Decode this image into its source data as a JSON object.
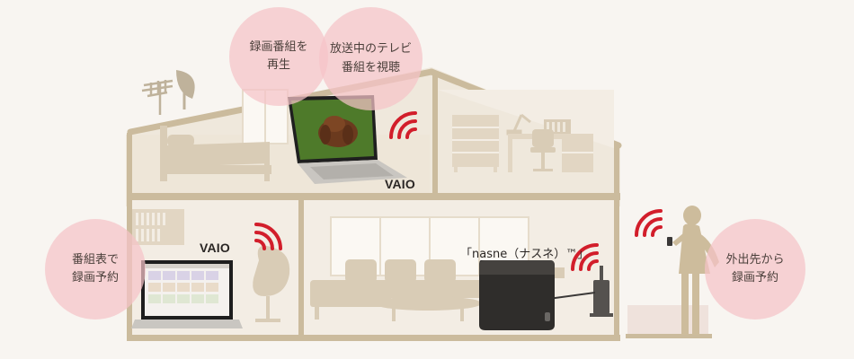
{
  "bubbles": {
    "play_recorded": {
      "line1": "録画番組を",
      "line2": "再生"
    },
    "watch_broadcast": {
      "line1": "放送中のテレビ",
      "line2": "番組を視聴"
    },
    "program_guide": {
      "line1": "番組表で",
      "line2": "録画予約"
    },
    "remote_reserve": {
      "line1": "外出先から",
      "line2": "録画予約"
    }
  },
  "devices": {
    "vaio_upper": "VAIO",
    "vaio_lower": "VAIO",
    "nasne": "「nasne（ナスネ）™」"
  },
  "colors": {
    "background": "#f8f5f1",
    "house_frame": "#cbbb9d",
    "furniture": "#d9ccb6",
    "wifi": "#d21e2b",
    "bubble": "#f5c4c8"
  }
}
